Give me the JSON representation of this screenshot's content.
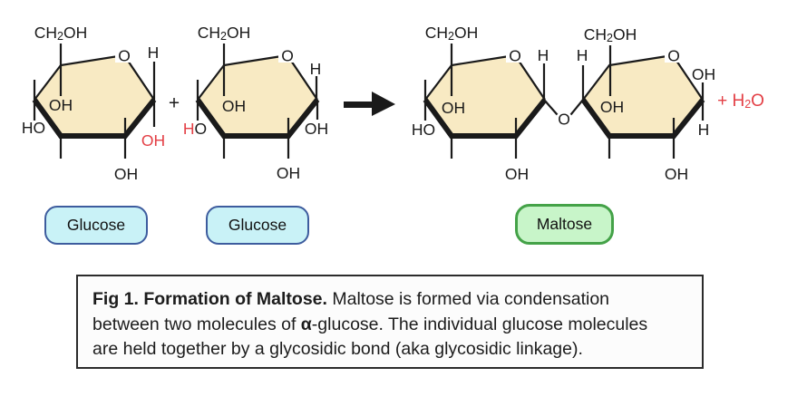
{
  "figure": {
    "operators": {
      "plus": "+",
      "water_pre": "+ H",
      "water_sub": "2",
      "water_post": "O",
      "glycosidic_oxygen": "O"
    },
    "rings": [
      {
        "name": "glucose-left-ring",
        "ch2oh_pre": "CH",
        "ch2oh_sub": "2",
        "ch2oh_post": "OH",
        "ring_oxygen": "O",
        "inner_oh": "OH",
        "left_ho": "HO",
        "anomeric_h": "H",
        "anomeric_oh": "OH",
        "bottom_oh": "OH"
      },
      {
        "name": "glucose-right-ring",
        "ch2oh_pre": "CH",
        "ch2oh_sub": "2",
        "ch2oh_post": "OH",
        "ring_oxygen": "O",
        "inner_oh": "OH",
        "left_ho_h": "H",
        "left_ho_o": "O",
        "anomeric_h": "H",
        "anomeric_oh": "OH",
        "bottom_oh": "OH"
      },
      {
        "name": "maltose-left-ring",
        "ch2oh_pre": "CH",
        "ch2oh_sub": "2",
        "ch2oh_post": "OH",
        "ring_oxygen": "O",
        "inner_oh": "OH",
        "left_ho": "HO",
        "anomeric_h": "H",
        "bottom_oh": "OH"
      },
      {
        "name": "maltose-right-ring",
        "ch2oh_pre": "CH",
        "ch2oh_sub": "2",
        "ch2oh_post": "OH",
        "ring_oxygen": "O",
        "inner_oh": "OH",
        "left_h": "H",
        "right_oh": "OH",
        "right_h": "H",
        "bottom_oh": "OH"
      }
    ]
  },
  "tags": {
    "glucose_left": "Glucose",
    "glucose_right": "Glucose",
    "maltose": "Maltose"
  },
  "caption": {
    "bold_prefix": "Fig 1. Formation of Maltose.",
    "line1_rest": " Maltose is formed via condensation",
    "line2_pre": "between two molecules of ",
    "alpha": "α",
    "line2_post": "-glucose. The individual glucose molecules",
    "line3": "are held together by a glycosidic bond (aka glycosidic linkage)."
  },
  "colors": {
    "ring_fill": "#F8EAC3",
    "line_black": "#1A1A1A",
    "accent_red": "#E33E44",
    "glucose_tag_fill": "#C9F2F7",
    "glucose_tag_border": "#3D5C9E",
    "maltose_tag_fill": "#C8F5C9",
    "maltose_tag_border": "#44A248",
    "caption_border": "#2B2B2B",
    "caption_bg": "#FCFCFC"
  }
}
